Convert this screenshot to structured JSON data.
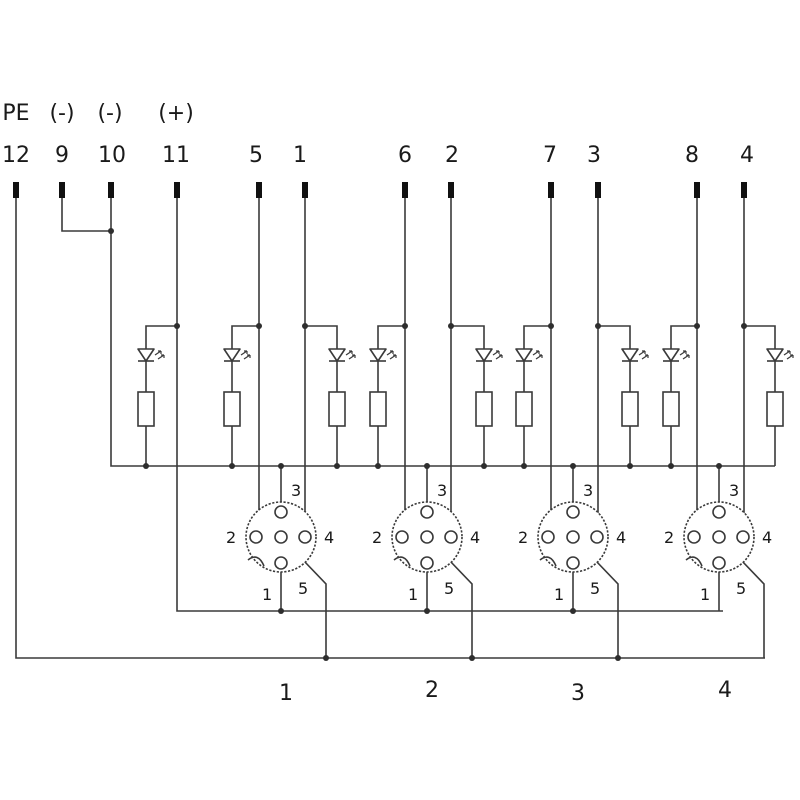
{
  "terminals": [
    {
      "top": "PE",
      "number": "12"
    },
    {
      "top": "(-)",
      "number": "9"
    },
    {
      "top": "(-)",
      "number": "10"
    },
    {
      "top": "(+)",
      "number": "11"
    },
    {
      "top": "",
      "number": "5"
    },
    {
      "top": "",
      "number": "1"
    },
    {
      "top": "",
      "number": "6"
    },
    {
      "top": "",
      "number": "2"
    },
    {
      "top": "",
      "number": "7"
    },
    {
      "top": "",
      "number": "3"
    },
    {
      "top": "",
      "number": "8"
    },
    {
      "top": "",
      "number": "4"
    }
  ],
  "connectors": [
    {
      "port_label": "1",
      "pins": {
        "p1": "1",
        "p2": "2",
        "p3": "3",
        "p4": "4",
        "p5": "5"
      }
    },
    {
      "port_label": "2",
      "pins": {
        "p1": "1",
        "p2": "2",
        "p3": "3",
        "p4": "4",
        "p5": "5"
      }
    },
    {
      "port_label": "3",
      "pins": {
        "p1": "1",
        "p2": "2",
        "p3": "3",
        "p4": "4",
        "p5": "5"
      }
    },
    {
      "port_label": "4",
      "pins": {
        "p1": "1",
        "p2": "2",
        "p3": "3",
        "p4": "4",
        "p5": "5"
      }
    }
  ],
  "indicator_count": 9,
  "colors": {
    "line": "#3a3a3a",
    "terminal": "#111111",
    "background": "#ffffff"
  }
}
